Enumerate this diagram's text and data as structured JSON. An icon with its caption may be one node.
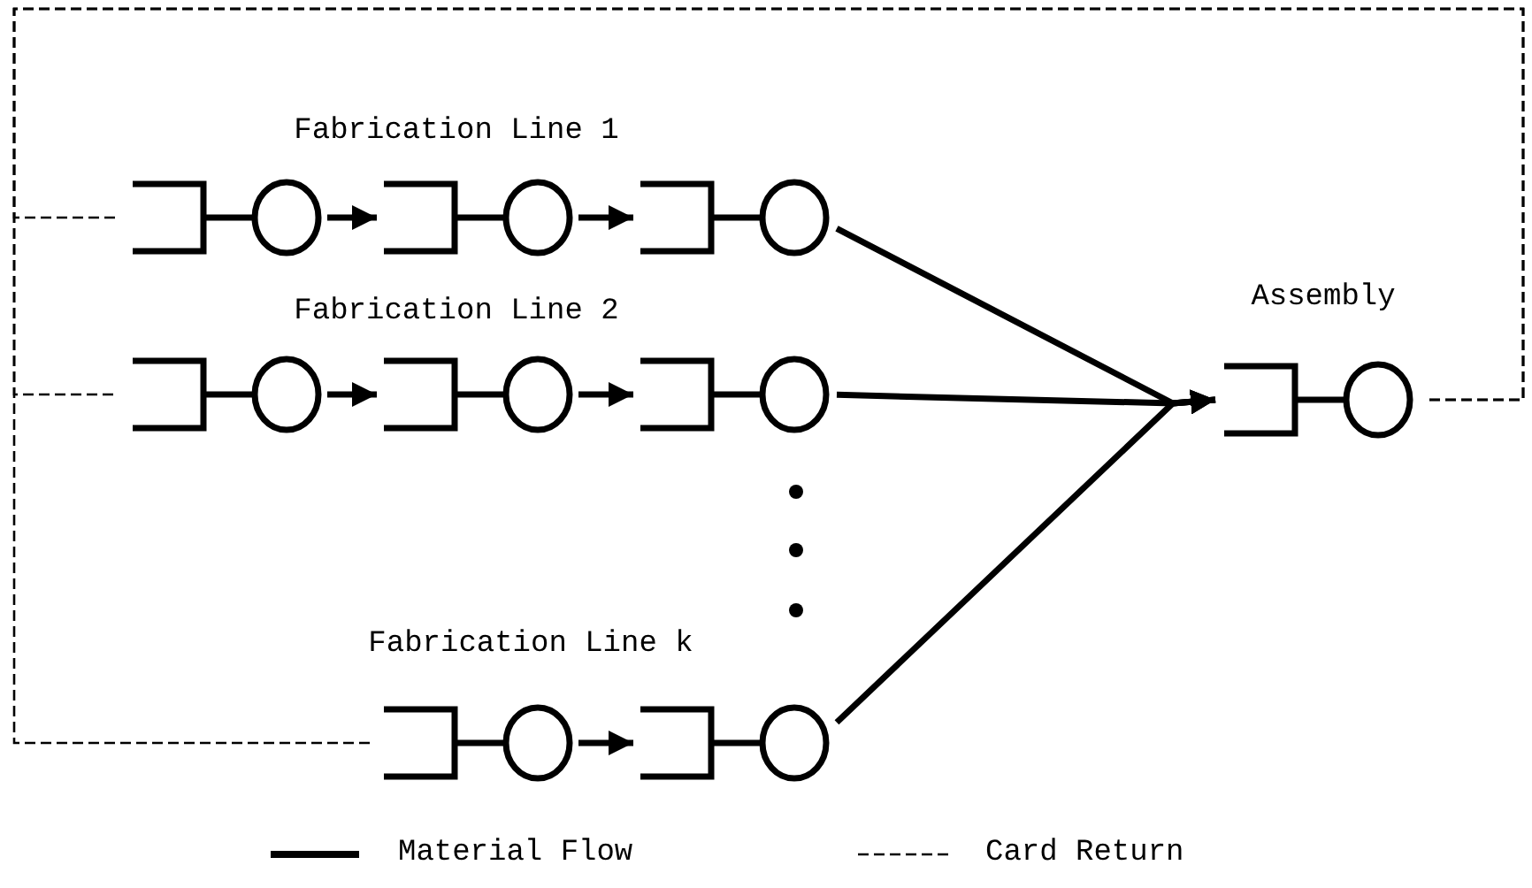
{
  "diagram": {
    "nodes": [
      {
        "text": [],
        "shape": "queue"
      },
      {
        "text": [],
        "shape": "queue"
      },
      {
        "text": [],
        "shape": "queue"
      },
      {
        "text": [],
        "shape": "queue"
      },
      {
        "text": [],
        "shape": "queue"
      },
      {
        "text": [],
        "shape": "queue"
      },
      {
        "text": [],
        "shape": "queue"
      },
      {
        "text": [],
        "shape": "queue"
      },
      {
        "text": [],
        "shape": "queue"
      }
    ],
    "edges": [
      {
        "from": 0,
        "to": 1,
        "arrow": "to"
      },
      {
        "from": 1,
        "to": 2,
        "arrow": "to"
      },
      {
        "from": 3,
        "to": 4,
        "arrow": "to"
      },
      {
        "from": 4,
        "to": 5,
        "arrow": "to"
      },
      {
        "from": 6,
        "to": 7,
        "arrow": "to"
      },
      {
        "from": 2,
        "to": 8,
        "arrow": "to"
      },
      {
        "from": 5,
        "to": 8,
        "arrow": "to"
      },
      {
        "from": 7,
        "to": 8,
        "arrow": "to"
      },
      {
        "from": 8,
        "to": 0,
        "arrow": "none",
        "style": "dashed"
      },
      {
        "from": 8,
        "to": 3,
        "arrow": "none",
        "style": "dashed"
      },
      {
        "from": 8,
        "to": 6,
        "arrow": "none",
        "style": "dashed"
      }
    ],
    "labels": [
      "Fabrication Line 1",
      "Fabrication Line 2",
      "Assembly",
      "Fabrication Line k"
    ],
    "legend": [
      {
        "text": "Material Flow"
      },
      {
        "text": "Card Return"
      }
    ]
  }
}
